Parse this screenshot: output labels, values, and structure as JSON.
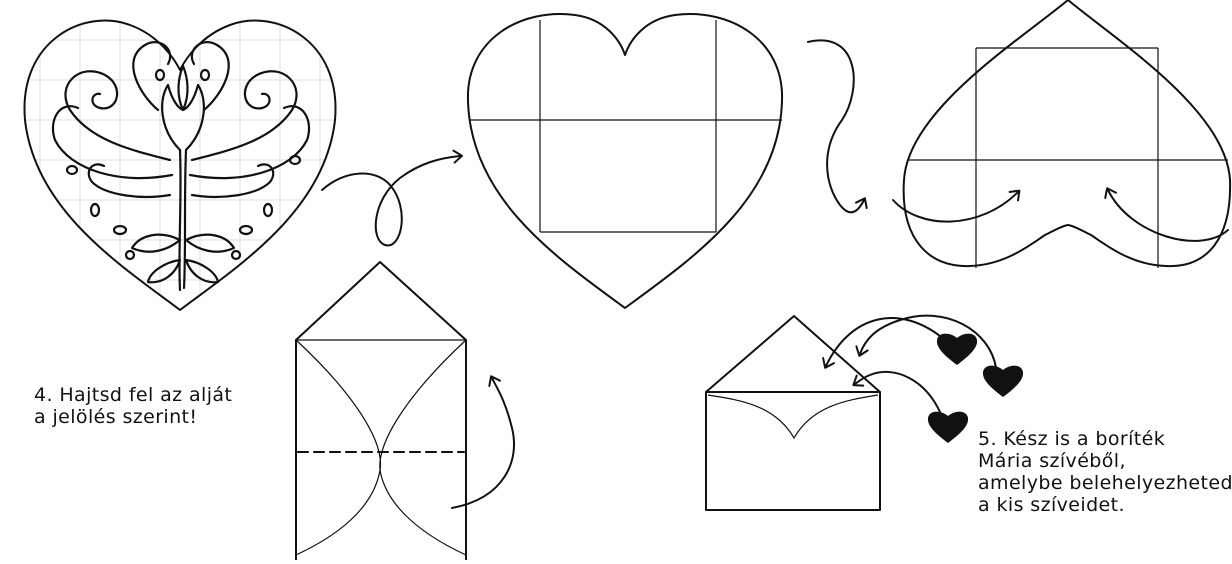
{
  "steps": {
    "step4": {
      "number": "4.",
      "lines": [
        "4. Hajtsd fel az alját",
        "a jelölés szerint!"
      ]
    },
    "step5": {
      "number": "5.",
      "lines": [
        "5. Kész is a boríték",
        "Mária szívéből,",
        "amelybe belehelyezheted",
        "a kis szíveidet."
      ]
    }
  },
  "colors": {
    "ink": "#111111",
    "background": "#ffffff",
    "grid": "#dcdcdc"
  },
  "icons": [
    "decorated-heart-icon",
    "heart-icon",
    "curved-arrow-icon"
  ]
}
